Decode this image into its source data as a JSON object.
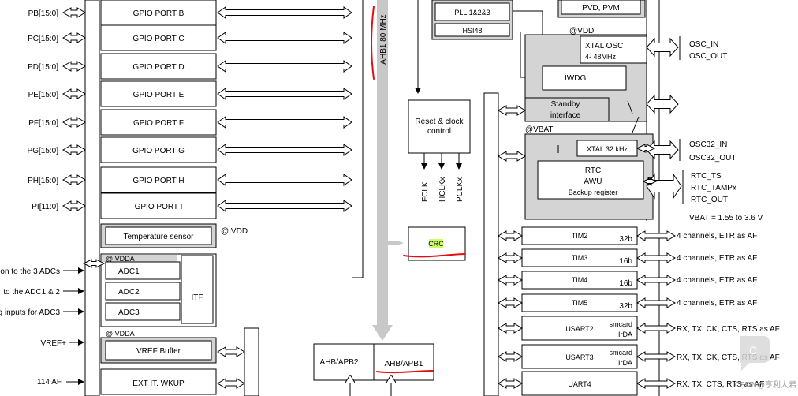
{
  "gpio_ports": [
    {
      "pin": "PB[15:0]",
      "name": "GPIO PORT B"
    },
    {
      "pin": "PC[15:0]",
      "name": "GPIO PORT C"
    },
    {
      "pin": "PD[15:0]",
      "name": "GPIO PORT D"
    },
    {
      "pin": "PE[15:0]",
      "name": "GPIO PORT E"
    },
    {
      "pin": "PF[15:0]",
      "name": "GPIO PORT F"
    },
    {
      "pin": "PG[15:0]",
      "name": "GPIO PORT G"
    },
    {
      "pin": "PH[15:0]",
      "name": "GPIO PORT H"
    },
    {
      "pin": "PI[11:0]",
      "name": "GPIO PORT I"
    }
  ],
  "temp_sensor": {
    "label": "Temperature sensor",
    "supply": "@ VDD"
  },
  "adc": {
    "supply": "@ VDDA",
    "units": [
      "ADC1",
      "ADC2",
      "ADC3"
    ],
    "itf": "ITF",
    "inputs": [
      "on to the 3 ADCs",
      "to the ADC1 & 2",
      "g inputs for ADC3"
    ]
  },
  "vref": {
    "supply": "@ VDDA",
    "buffer": "VREF Buffer",
    "pin": "VREF+"
  },
  "exti": {
    "pin": "114 AF",
    "label": "EXT IT. WKUP"
  },
  "bus": {
    "ahb1": "AHB1 80 MHz",
    "apb2": "AHB/APB2",
    "apb1": "AHB/APB1"
  },
  "clock": {
    "pll": "PLL 1&2&3",
    "hsi": "HSI48",
    "pvd": "PVD, PVM"
  },
  "reset": {
    "label_line1": "Reset & clock",
    "label_line2": "control",
    "outputs": [
      "FCLK",
      "HCLKx",
      "PCLKx"
    ]
  },
  "crc": {
    "label": "CRC",
    "highlight": "#ccff66"
  },
  "vdd_domain": {
    "supply": "@VDD",
    "xtal_line1": "XTAL OSC",
    "xtal_line2": "4- 48MHz",
    "iwdg": "IWDG",
    "standby_line1": "Standby",
    "standby_line2": "interface",
    "osc_pins": [
      "OSC_IN",
      "OSC_OUT"
    ]
  },
  "vbat_domain": {
    "supply": "@VBAT",
    "xtal32": "XTAL 32 kHz",
    "rtc_lines": [
      "RTC",
      "AWU",
      "Backup register"
    ],
    "osc32_pins": [
      "OSC32_IN",
      "OSC32_OUT"
    ],
    "rtc_pins": [
      "RTC_TS",
      "RTC_TAMPx",
      "RTC_OUT"
    ],
    "vbat_range": "VBAT = 1.55 to 3.6 V"
  },
  "timers": [
    {
      "name": "TIM2",
      "bits": "32b",
      "io": "4 channels, ETR as AF"
    },
    {
      "name": "TIM3",
      "bits": "16b",
      "io": "4 channels, ETR as AF"
    },
    {
      "name": "TIM4",
      "bits": "16b",
      "io": "4 channels, ETR as AF"
    },
    {
      "name": "TIM5",
      "bits": "32b",
      "io": "4 channels, ETR as AF"
    }
  ],
  "usarts": [
    {
      "name": "USART2",
      "feat1": "smcard",
      "feat2": "IrDA",
      "io": "RX, TX, CK, CTS, RTS as AF"
    },
    {
      "name": "USART3",
      "feat1": "smcard",
      "feat2": "IrDA",
      "io": "RX, TX, CK, CTS, RTS as AF"
    },
    {
      "name": "UART4",
      "feat1": "",
      "feat2": "",
      "io": "RX, TX, CTS, RTS as AF"
    }
  ],
  "watermark": "CSDN@亨利大君"
}
